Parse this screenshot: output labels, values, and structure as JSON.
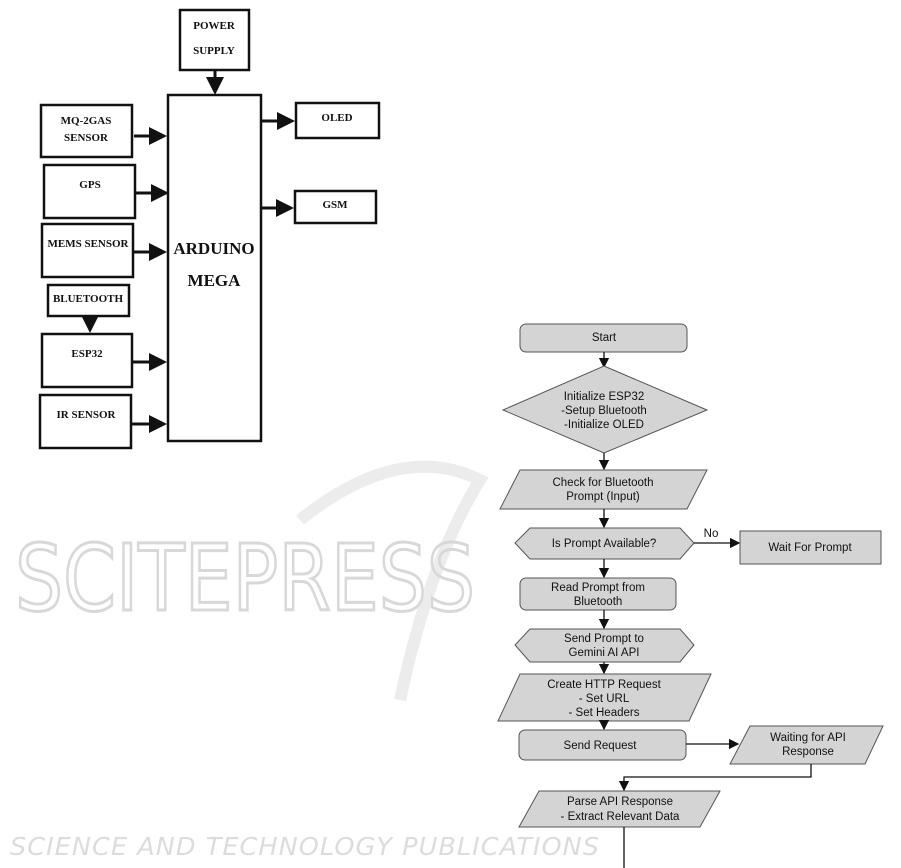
{
  "block_diagram": {
    "power_supply": [
      "POWER",
      "SUPPLY"
    ],
    "controller": [
      "ARDUINO",
      "MEGA"
    ],
    "inputs": {
      "gas": [
        "MQ-2GAS",
        "SENSOR"
      ],
      "gps": "GPS",
      "mems": "MEMS  SENSOR",
      "bluetooth": "BLUETOOTH",
      "esp32": "ESP32",
      "ir": "IR SENSOR"
    },
    "outputs": {
      "oled": "OLED",
      "gsm": "GSM"
    }
  },
  "flowchart": {
    "start": "Start",
    "init": [
      "Initialize ESP32",
      "-Setup Bluetooth",
      "-Initialize OLED"
    ],
    "check": [
      "Check for Bluetooth",
      "Prompt (Input)"
    ],
    "decision": "Is Prompt Available?",
    "no_label": "No",
    "wait": "Wait For Prompt",
    "read": [
      "Read Prompt from",
      "Bluetooth"
    ],
    "send_prompt": [
      "Send Prompt to",
      "Gemini AI API"
    ],
    "http": [
      "Create HTTP Request",
      "- Set URL",
      "- Set Headers"
    ],
    "send_request": "Send Request",
    "waiting": [
      "Waiting for API",
      "Response"
    ],
    "parse": [
      "Parse API Response",
      "- Extract Relevant Data"
    ]
  },
  "watermark": {
    "title": "SCITEPRESS",
    "subtitle": "SCIENCE AND TECHNOLOGY PUBLICATIONS"
  },
  "colors": {
    "shape_fill": "#d4d4d4",
    "send_request_fill": "#c2c2c2"
  }
}
